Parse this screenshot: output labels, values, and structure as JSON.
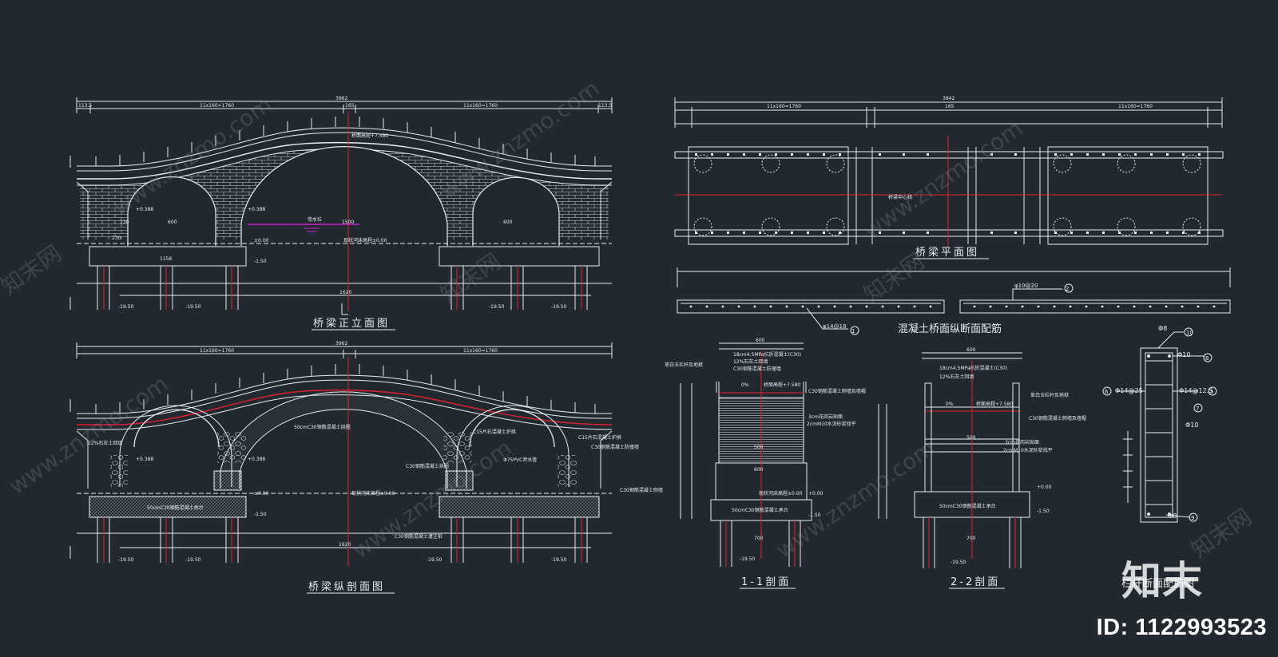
{
  "titles": {
    "elevation": "桥梁正立面图",
    "longitudinal": "桥梁纵剖面图",
    "plan": "桥梁平面图",
    "deck_rebar": "混凝土桥面纵断面配筋",
    "section_1_1": "1-1剖面",
    "section_2_2": "2-2剖面",
    "rail_rebar": "栏杆断面配筋图"
  },
  "dims": {
    "total_len": "3962",
    "seg_left": "11x160=1760",
    "seg_mid": "165",
    "end": "113.5",
    "span_bottom": "1620",
    "span_small": "1156",
    "plan_total": "3842",
    "plan_seg": "11x160=1760",
    "plan_mid": "165",
    "sec_width": "600",
    "sec_inner": "500",
    "sec_base": "700"
  },
  "elev_labels": {
    "water": "常水位",
    "bed": "现状河床高程±0.00",
    "h1": "+0.388",
    "h2": "+0.388",
    "zero": "±0.00",
    "m150": "-1.50",
    "pile1": "-19.50",
    "pile2": "-19.50",
    "pile3": "-19.50",
    "pile4": "-19.50",
    "w130": "130",
    "w600a": "600",
    "w600b": "600",
    "w1500": "1500",
    "w230": "230",
    "top": "桥面高程+7.580"
  },
  "long_labels": {
    "fill": "12%石灰土回填",
    "arch": "50cmC30钢筋混凝土拱圈",
    "cap": "50cmC30钢筋混凝土承台",
    "c15a": "C15片石混凝土护拱",
    "c15b": "C15片石混凝土护拱",
    "c30a": "C30钢筋混凝土拱圈",
    "c30b": "C30钢筋混凝土防撞墙",
    "c30c": "C30钢筋混凝土侧墙",
    "pvc": "Φ75PVC泄水管",
    "pile": "C30钢筋混凝土灌注桩"
  },
  "plan_labels": {
    "center": "桥梁中心线",
    "rebar1": "φ14@18",
    "rebar2": "φ10@20",
    "n1": "1",
    "n2": "2"
  },
  "sec_labels": {
    "a": "18cm4.5MPa抗折混凝土(C30)",
    "b": "12%石灰土回填",
    "c": "C30钢筋混凝土防撞墙",
    "d": "草白玉栏杆及地袱",
    "e": "C30钢筋混凝土侧墙及墙帽",
    "f": "3cm花岗岩贴面",
    "g": "2cmM10水泥砂浆找平",
    "h": "50cmC30钢筋混凝土承台",
    "i": "现状河床高程±0.00",
    "j": "桥面高程+7.580",
    "k": "0%",
    "l": "-1.50",
    "m": "+0.00",
    "n": "-19.50"
  },
  "rebar_labels": {
    "r8a": "Φ8",
    "r10": "Φ10",
    "r1425": "Φ14@25",
    "r14125": "Φ14@12.5",
    "r10b": "Φ10",
    "r8b": "Φ8",
    "c10": "10",
    "c8": "8",
    "c6": "6",
    "c5": "5",
    "c7": "7",
    "c9": "9"
  },
  "watermark": {
    "site": "www.znzmo.com",
    "cn": "知末网",
    "logo": "知末",
    "id": "ID: 1122993523"
  },
  "colors": {
    "background": "#212830",
    "line": "#e8ecef",
    "red": "#e0202a",
    "magenta": "#d020d0"
  }
}
